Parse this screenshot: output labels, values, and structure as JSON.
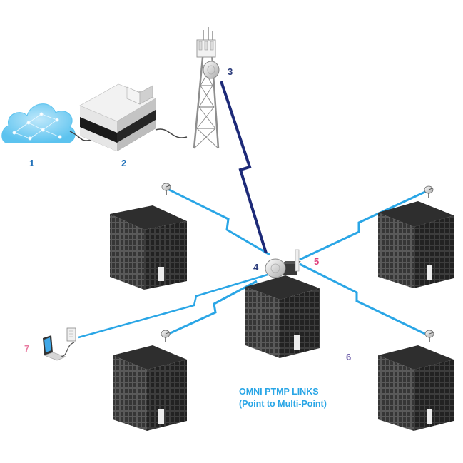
{
  "labels": {
    "n1": "1",
    "n2": "2",
    "n3": "3",
    "n4": "4",
    "n5": "5",
    "n6": "6",
    "n7": "7"
  },
  "caption": {
    "line1": "OMNI PTMP LINKS",
    "line2": "(Point to Multi-Point)"
  },
  "icons": {
    "cloud": "internet-cloud-icon",
    "router": "gateway-router-icon",
    "tower": "radio-tower-icon",
    "hub": "omni-antenna-icon",
    "laptop": "laptop-icon",
    "building": "office-building-icon"
  },
  "colors": {
    "link": "#2aa6e6",
    "backhaul": "#1d2a78",
    "label_blue": "#1e6fb8",
    "label_navy": "#2a3a7a",
    "label_pink": "#e0407a",
    "label_rose": "#e87aa0",
    "label_purple": "#6a5aa8",
    "caption": "#2aa6e6"
  }
}
